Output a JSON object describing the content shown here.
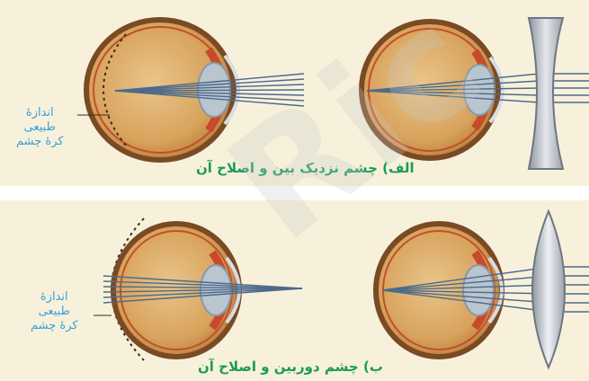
{
  "panel_a": {
    "caption": "الف) چشم نزدیک بین و اصلاح آن",
    "size_label": [
      "اندازهٔ",
      "طبیعی",
      "کرهٔ چشم"
    ]
  },
  "panel_b": {
    "caption": "ب) چشم دوربین و اصلاح آن",
    "size_label": [
      "اندازهٔ",
      "طبیعی",
      "کرهٔ چشم"
    ]
  },
  "watermark": "Ric",
  "colors": {
    "background": "#f7f1dc",
    "caption": "#1a9c58",
    "label": "#3aa0d8",
    "ray": "#4d6a8c",
    "lens": "#b7bdc6"
  }
}
